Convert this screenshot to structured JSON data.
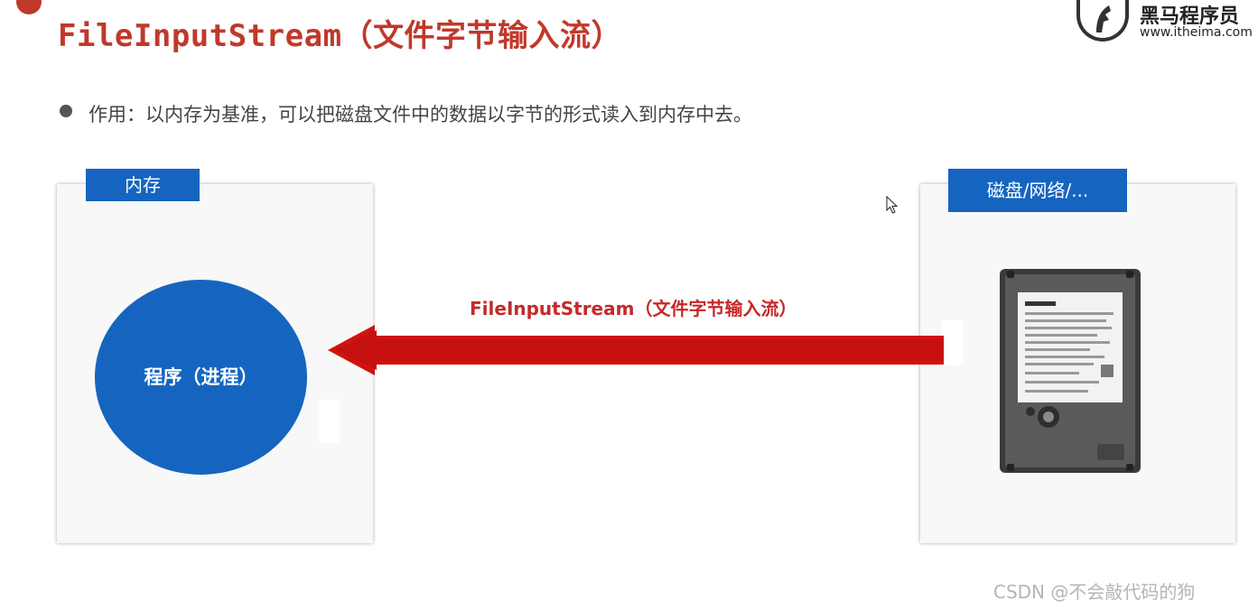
{
  "header": {
    "title": "FileInputStream（文件字节输入流）",
    "logo": {
      "cn": "黑马程序员",
      "url": "www.itheima.com"
    }
  },
  "bullet": {
    "text": "作用：以内存为基准，可以把磁盘文件中的数据以字节的形式读入到内存中去。"
  },
  "memory_panel": {
    "tag": "内存",
    "process_label": "程序（进程）"
  },
  "disk_panel": {
    "tag": "磁盘/网络/..."
  },
  "arrow": {
    "label": "FileInputStream（文件字节输入流）",
    "direction": "left"
  },
  "watermark": "CSDN @不会敲代码的狗",
  "icons": [
    "cursor-icon",
    "hard-disk-icon",
    "itheima-horse-icon"
  ],
  "colors": {
    "accent_red": "#c0392b",
    "arrow_red": "#d0140f",
    "brand_blue": "#1565c0"
  }
}
